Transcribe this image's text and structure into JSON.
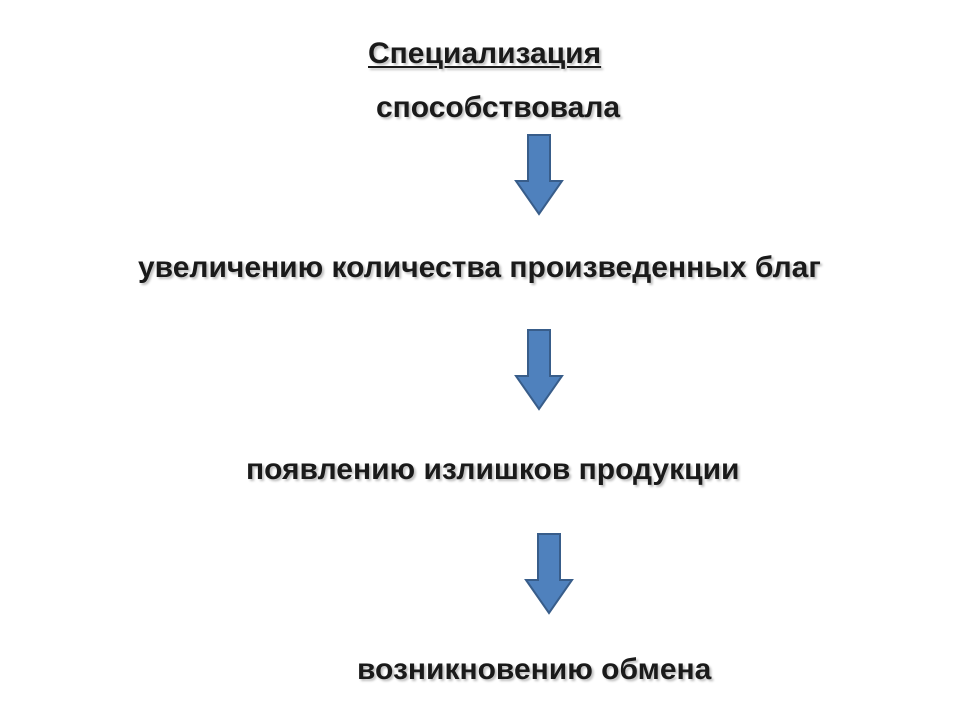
{
  "slide": {
    "title": "Специализация",
    "subtitle": "способствовала",
    "steps": [
      "увеличению количества произведенных благ",
      "появлению излишков продукции",
      "возникновению обмена"
    ]
  },
  "colors": {
    "arrow_fill": "#4f81bd",
    "arrow_stroke": "#385d8a",
    "text": "#1a1a1a",
    "background": "#ffffff"
  },
  "icons": [
    "down-arrow-icon"
  ]
}
